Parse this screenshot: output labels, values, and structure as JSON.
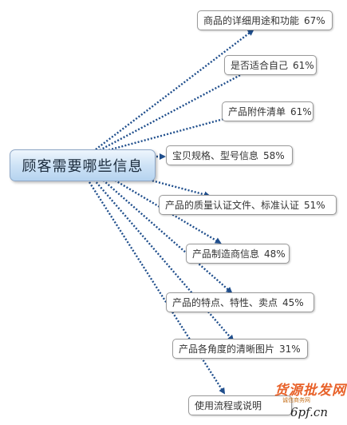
{
  "central": {
    "label": "顾客需要哪些信息"
  },
  "nodes": [
    {
      "text": "商品的详细用途和功能",
      "value": "67%"
    },
    {
      "text": "是否适合自己",
      "value": "61%"
    },
    {
      "text": "产品附件清单",
      "value": "61%"
    },
    {
      "text": "宝贝规格、型号信息",
      "value": "58%"
    },
    {
      "text": "产品的质量认证文件、标准认证",
      "value": "51%"
    },
    {
      "text": "产品制造商信息",
      "value": "48%"
    },
    {
      "text": "产品的特点、特性、卖点",
      "value": "45%"
    },
    {
      "text": "产品各角度的清晰图片",
      "value": "31%"
    },
    {
      "text": "使用流程或说明",
      "value": ""
    }
  ],
  "colors": {
    "connector": "#1f4e8c",
    "central_fill": "#cfe3f6",
    "node_border": "#9a9a9a"
  },
  "watermark": {
    "line1": "货源批发网",
    "line2": "诚信商务网",
    "line3": "6pf.cn"
  }
}
